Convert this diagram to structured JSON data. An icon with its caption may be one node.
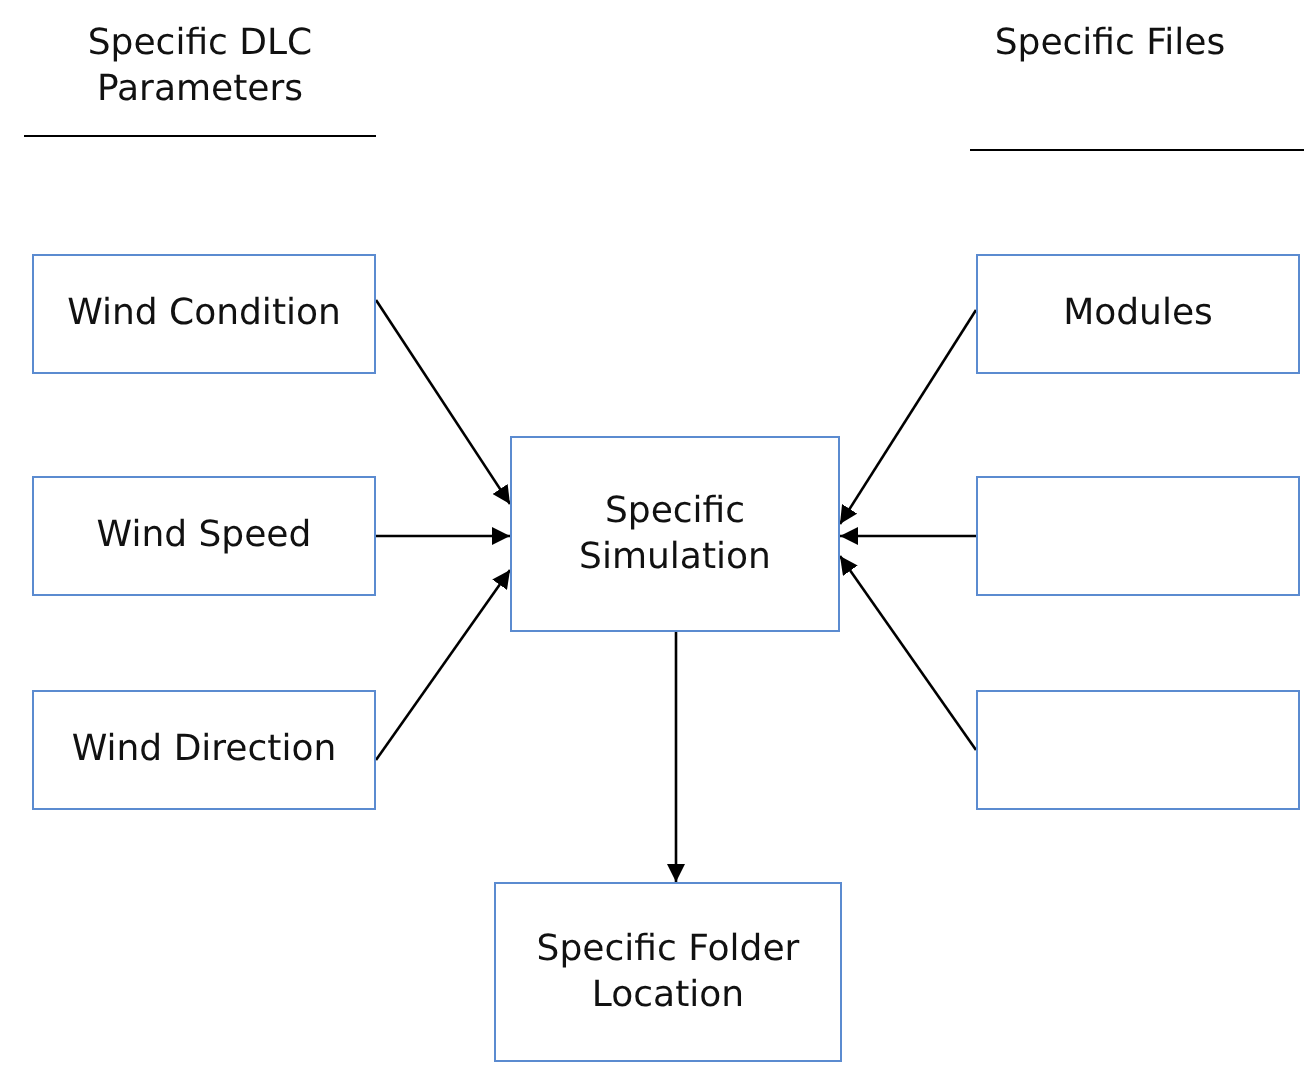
{
  "diagram": {
    "nodes": [
      {
        "text": [
          "Wind Condition"
        ]
      },
      {
        "text": [
          "Wind Speed"
        ]
      },
      {
        "text": [
          "Wind Direction"
        ]
      },
      {
        "text": [
          "Specific Simulation"
        ]
      },
      {
        "text": [
          "Modules"
        ]
      },
      {
        "text": [],
        "shape": "box"
      },
      {
        "text": [],
        "shape": "box"
      },
      {
        "text": [
          "Specific Folder Location"
        ]
      }
    ],
    "edges": [
      {
        "from": 0,
        "to": 3,
        "arrow": "to"
      },
      {
        "from": 1,
        "to": 3,
        "arrow": "to"
      },
      {
        "from": 2,
        "to": 3,
        "arrow": "to"
      },
      {
        "from": 4,
        "to": 3,
        "arrow": "to"
      },
      {
        "from": 5,
        "to": 3,
        "arrow": "to"
      },
      {
        "from": 6,
        "to": 3,
        "arrow": "to"
      },
      {
        "from": 3,
        "to": 7,
        "arrow": "to"
      }
    ],
    "labels": [
      "Specific DLC Parameters",
      "Specific Files"
    ]
  }
}
